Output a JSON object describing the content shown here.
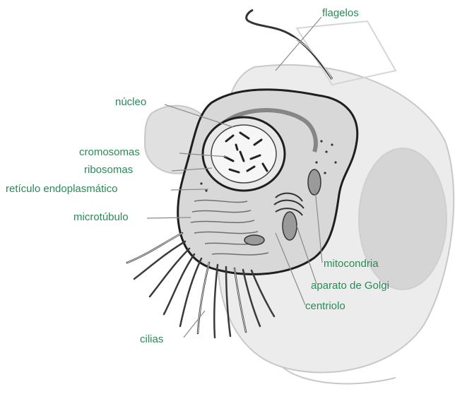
{
  "colors": {
    "label": "#2a8a57",
    "leader": "#8a8a8a",
    "cell_outline": "#1f1f1f",
    "background_cell": "#d9d9d9"
  },
  "labels": {
    "flagelos": "flagelos",
    "nucleo": "núcleo",
    "cromosomas": "cromosomas",
    "ribosomas": "ribosomas",
    "reticulo": "retículo endoplasmático",
    "microtubulo": "microtúbulo",
    "mitocondria": "mitocondria",
    "golgi": "aparato de Golgi",
    "centriolo": "centriolo",
    "cilias": "cilias"
  }
}
